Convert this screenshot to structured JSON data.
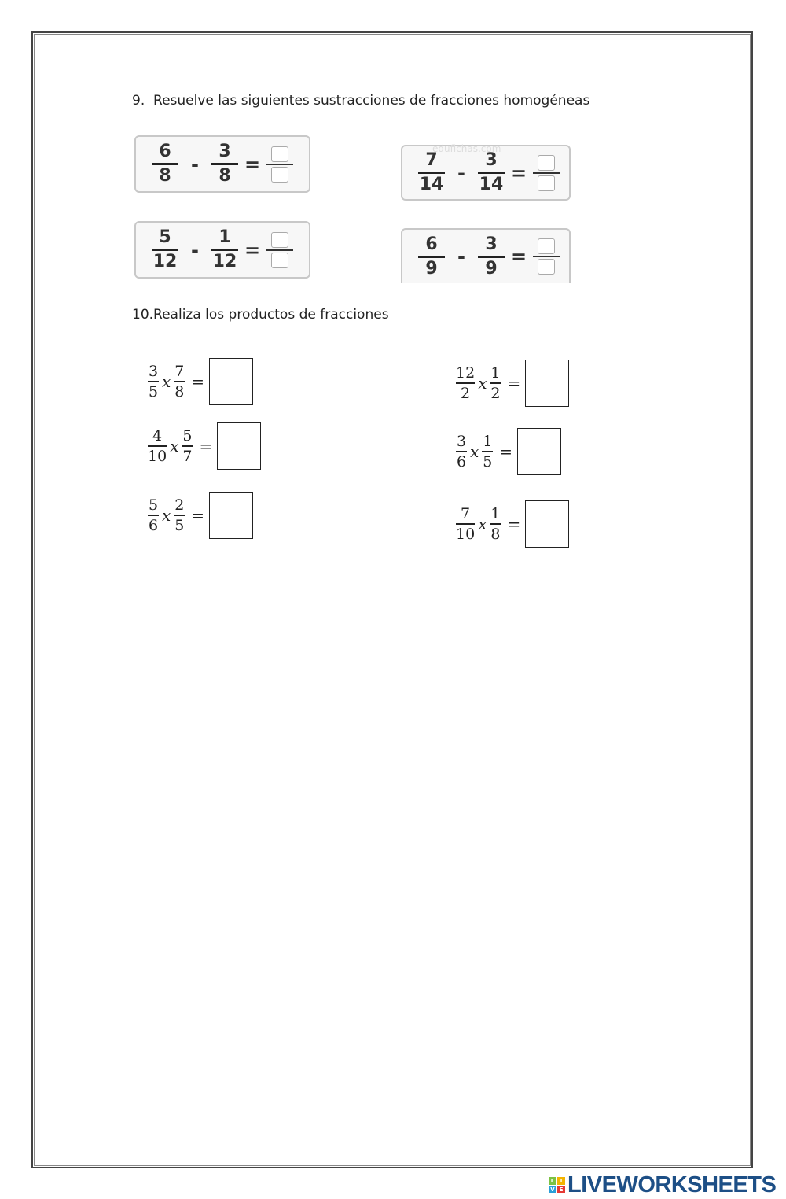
{
  "q9": {
    "number": "9.",
    "text": "Resuelve las siguientes sustracciones de fracciones homogéneas",
    "items": [
      {
        "a": [
          "6",
          "8"
        ],
        "b": [
          "3",
          "8"
        ]
      },
      {
        "a": [
          "7",
          "14"
        ],
        "b": [
          "3",
          "14"
        ]
      },
      {
        "a": [
          "5",
          "12"
        ],
        "b": [
          "1",
          "12"
        ]
      },
      {
        "a": [
          "6",
          "9"
        ],
        "b": [
          "3",
          "9"
        ]
      }
    ],
    "minus": "-",
    "equals": "=",
    "watermark": "edufichas.com"
  },
  "q10": {
    "number": "10.",
    "text": "Realiza los productos de fracciones",
    "items": [
      {
        "a": [
          "3",
          "5"
        ],
        "b": [
          "7",
          "8"
        ]
      },
      {
        "a": [
          "12",
          "2"
        ],
        "b": [
          "1",
          "2"
        ]
      },
      {
        "a": [
          "4",
          "10"
        ],
        "b": [
          "5",
          "7"
        ]
      },
      {
        "a": [
          "3",
          "6"
        ],
        "b": [
          "1",
          "5"
        ]
      },
      {
        "a": [
          "5",
          "6"
        ],
        "b": [
          "2",
          "5"
        ]
      },
      {
        "a": [
          "7",
          "10"
        ],
        "b": [
          "1",
          "8"
        ]
      }
    ],
    "times": "x",
    "equals": "="
  },
  "footer": {
    "logo_text": "LIVEWORKSHEETS",
    "logo_cubes": [
      "L",
      "I",
      "V",
      "E"
    ],
    "logo_color": "#1d4f86"
  }
}
